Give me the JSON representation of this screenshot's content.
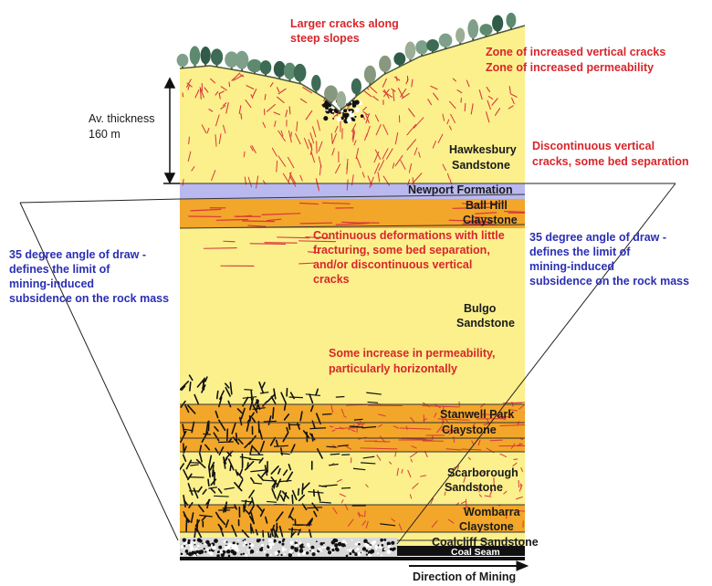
{
  "colors": {
    "sandstone": "#fbf08c",
    "claystone": "#f2a62a",
    "newport": "#b9b9f0",
    "crack": "#d8383a",
    "annotation_red": "#d8262b",
    "annotation_blue": "#2b2fb3"
  },
  "annotations": {
    "larger_cracks": [
      "Larger cracks along",
      "steep slopes"
    ],
    "zone_vertical": [
      "Zone of increased vertical cracks",
      "Zone of increased permeability"
    ],
    "thickness": [
      "Av. thickness",
      "160 m"
    ],
    "discontinuous": [
      "Discontinuous vertical",
      "cracks, some bed separation"
    ],
    "continuous": [
      "Continuous deformations with little",
      "fracturing, some bed separation,",
      "and/or discontinuous vertical",
      "cracks"
    ],
    "permeability": [
      "Some increase in permeability,",
      "particularly horizontally"
    ],
    "angle_left": [
      "35 degree angle of draw -",
      "defines the limit of",
      "mining-induced",
      "subsidence on the rock mass"
    ],
    "angle_right": [
      "35 degree angle of draw -",
      "defines the limit of",
      "mining-induced",
      "subsidence on the rock mass"
    ],
    "direction": "Direction of Mining"
  },
  "layers": {
    "hawkesbury": [
      "Hawkesbury",
      "Sandstone"
    ],
    "newport": "Newport Formation",
    "ball_hill": [
      "Ball Hill",
      "Claystone"
    ],
    "bulgo": [
      "Bulgo",
      "Sandstone"
    ],
    "stanwell": [
      "Stanwell Park",
      "Claystone"
    ],
    "scarborough": [
      "Scarborough",
      "Sandstone"
    ],
    "wombarra": [
      "Wombarra",
      "Claystone"
    ],
    "coalcliff": "Coalcliff Sandstone",
    "coal_seam": "Coal Seam"
  }
}
